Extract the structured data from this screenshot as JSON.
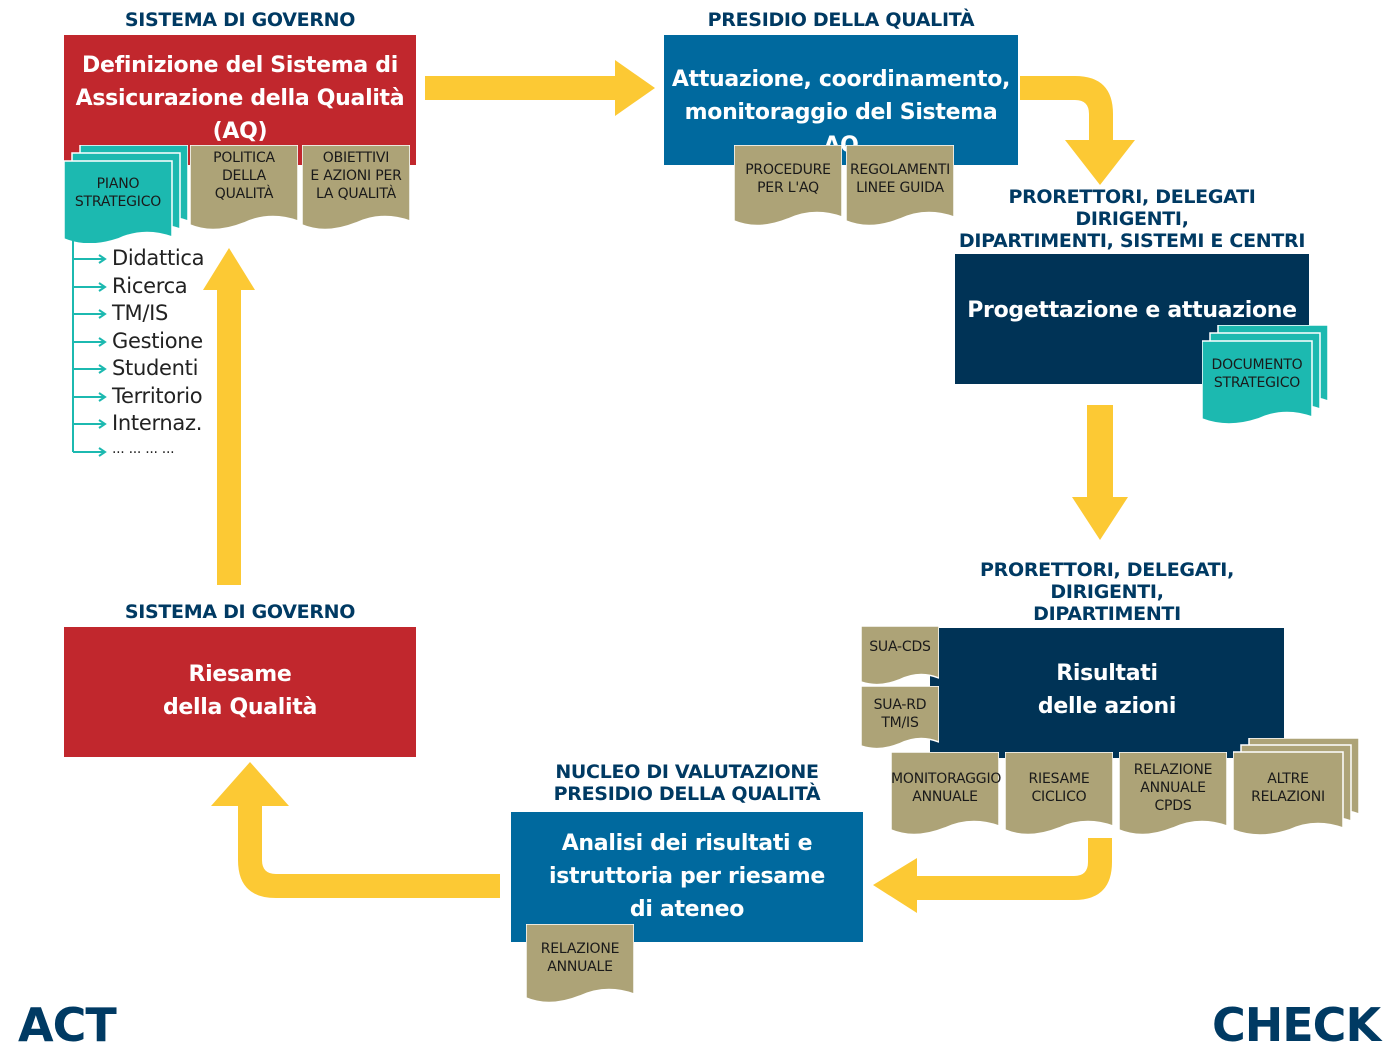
{
  "headings": {
    "governo_top": "SISTEMA DI GOVERNO",
    "presidio_top": "PRESIDIO DELLA QUALITÀ",
    "prorettori_1": "PRORETTORI, DELEGATI\nDIRIGENTI,\nDIPARTIMENTI, SISTEMI E CENTRI",
    "prorettori_2": "PRORETTORI, DELEGATI,\nDIRIGENTI,\nDIPARTIMENTI",
    "nucleo": "NUCLEO DI VALUTAZIONE\nPRESIDIO DELLA QUALITÀ",
    "governo_bottom": "SISTEMA DI GOVERNO"
  },
  "boxes": {
    "definizione": "Definizione del Sistema di\nAssicurazione della Qualità\n(AQ)",
    "attuazione": "Attuazione, coordinamento,\nmonitoraggio del Sistema AQ",
    "progettazione": "Progettazione e attuazione",
    "risultati": "Risultati\ndelle azioni",
    "analisi": "Analisi dei risultati e\nistruttoria per riesame\ndi ateneo",
    "riesame": "Riesame\ndella Qualità"
  },
  "documents": {
    "piano": "PIANO\nSTRATEGICO",
    "politica": "POLITICA\nDELLA\nQUALITÀ",
    "obiettivi": "OBIETTIVI\nE AZIONI PER\nLA QUALITÀ",
    "procedure": "PROCEDURE\nPER L'AQ",
    "regolamenti": "REGOLAMENTI\nLINEE GUIDA",
    "documento": "DOCUMENTO\nSTRATEGICO",
    "sua_cds": "SUA-CDS",
    "sua_rd": "SUA-RD\nTM/IS",
    "monitoraggio": "MONITORAGGIO\nANNUALE",
    "riesame_ciclico": "RIESAME\nCICLICO",
    "relazione_cpds": "RELAZIONE\nANNUALE\nCPDS",
    "altre": "ALTRE\nRELAZIONI",
    "relazione_annuale": "RELAZIONE\nANNUALE"
  },
  "areas": [
    "Didattica",
    "Ricerca",
    "TM/IS",
    "Gestione",
    "Studenti",
    "Territorio",
    "Internaz.",
    "... ... ... ..."
  ],
  "pdca": {
    "act": "ACT",
    "check": "CHECK"
  },
  "colors": {
    "red": "#c1272d",
    "blue": "#00699e",
    "navy": "#003356",
    "arrow": "#fcc934",
    "doc_gold": "#ada377",
    "doc_teal": "#1cb9b0",
    "heading": "#003a63"
  }
}
